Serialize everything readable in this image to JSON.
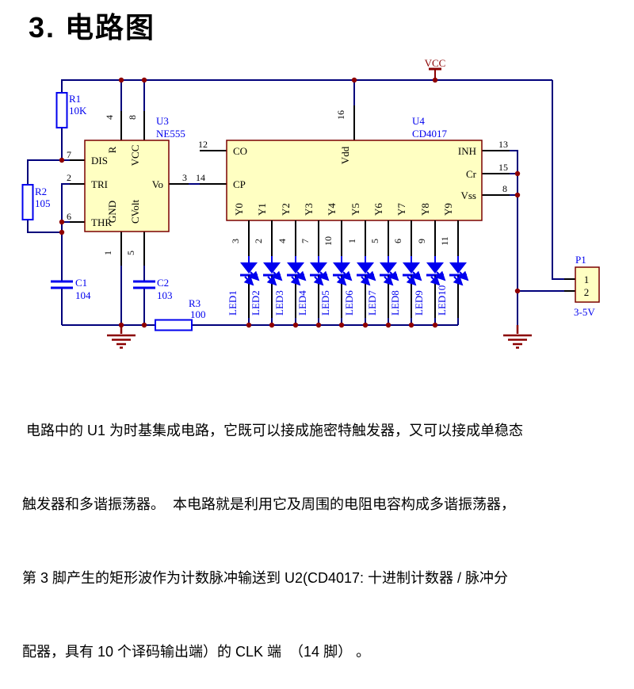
{
  "title": "3. 电路图",
  "colors": {
    "wire": "#00007B",
    "pin_stub": "#000000",
    "junction_dot": "#8E0000",
    "chip_fill": "#FFFFC2",
    "chip_border": "#7A0000",
    "component_blue": "#0000EE",
    "power_red": "#8B0000",
    "text_black": "#000000"
  },
  "schematic": {
    "vcc_label": "VCC",
    "resistors": {
      "r1": {
        "ref": "R1",
        "value": "10K"
      },
      "r2": {
        "ref": "R2",
        "value": "105"
      },
      "r3": {
        "ref": "R3",
        "value": "100"
      }
    },
    "capacitors": {
      "c1": {
        "ref": "C1",
        "value": "104"
      },
      "c2": {
        "ref": "C2",
        "value": "103"
      }
    },
    "u3": {
      "ref": "U3",
      "part": "NE555",
      "left_pins": [
        {
          "name": "DIS",
          "num": "7"
        },
        {
          "name": "TRI",
          "num": "2"
        },
        {
          "name": "THR",
          "num": "6"
        }
      ],
      "top_pins": [
        {
          "name": "R",
          "num": "4"
        },
        {
          "name": "VCC",
          "num": "8"
        }
      ],
      "right_pins": [
        {
          "name": "Vo",
          "num": "3"
        }
      ],
      "bottom_pins": [
        {
          "name": "GND",
          "num": "1"
        },
        {
          "name": "CVolt",
          "num": "5"
        }
      ]
    },
    "u4": {
      "ref": "U4",
      "part": "CD4017",
      "left_pins": [
        {
          "name": "CO",
          "num": "12"
        },
        {
          "name": "CP",
          "num": "14"
        }
      ],
      "top_pins": [
        {
          "name": "Vdd",
          "num": "16"
        }
      ],
      "right_pins": [
        {
          "name": "INH",
          "num": "13"
        },
        {
          "name": "Cr",
          "num": "15"
        },
        {
          "name": "Vss",
          "num": "8"
        }
      ],
      "outputs": [
        {
          "name": "Y0",
          "num": "3"
        },
        {
          "name": "Y1",
          "num": "2"
        },
        {
          "name": "Y2",
          "num": "4"
        },
        {
          "name": "Y3",
          "num": "7"
        },
        {
          "name": "Y4",
          "num": "10"
        },
        {
          "name": "Y5",
          "num": "1"
        },
        {
          "name": "Y6",
          "num": "5"
        },
        {
          "name": "Y7",
          "num": "6"
        },
        {
          "name": "Y8",
          "num": "9"
        },
        {
          "name": "Y9",
          "num": "11"
        }
      ]
    },
    "leds": [
      "LED1",
      "LED2",
      "LED3",
      "LED4",
      "LED5",
      "LED6",
      "LED7",
      "LED8",
      "LED9",
      "LED10"
    ],
    "p1": {
      "ref": "P1",
      "pin1": "1",
      "pin2": "2",
      "note": "3-5V"
    }
  },
  "description": {
    "lines": [
      " 电路中的 U1 为时基集成电路，它既可以接成施密特触发器，又可以接成单稳态",
      "触发器和多谐振荡器。  本电路就是利用它及周围的电阻电容构成多谐振荡器，",
      "第 3 脚产生的矩形波作为计数脉冲输送到 U2(CD4017: 十进制计数器 / 脉冲分",
      "配器，具有 10 个译码输出端）的 CLK 端  （14 脚） 。"
    ]
  }
}
